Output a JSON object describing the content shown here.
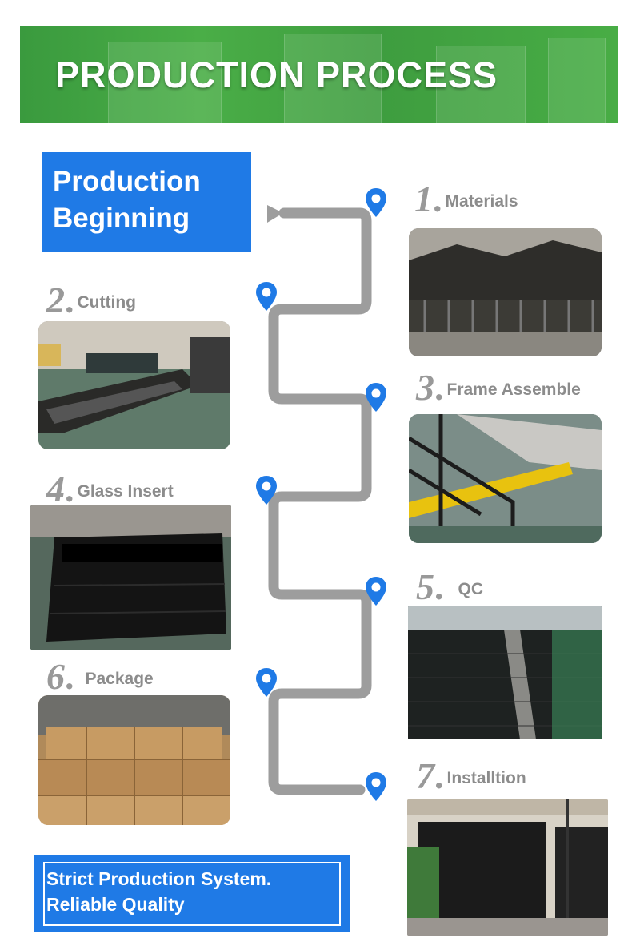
{
  "header": {
    "title": "PRODUCTION PROCESS"
  },
  "start": {
    "title": "Production\nBeginning"
  },
  "steps": [
    {
      "number": "1",
      "name": "Materials",
      "photo": "aluminum-profiles-photo"
    },
    {
      "number": "2",
      "name": "Cutting",
      "photo": "cutting-workshop-photo"
    },
    {
      "number": "3",
      "name": "Frame Assemble",
      "photo": "frame-assembly-photo"
    },
    {
      "number": "4",
      "name": "Glass Insert",
      "photo": "glass-panels-photo"
    },
    {
      "number": "5",
      "name": "QC",
      "photo": "quality-check-photo"
    },
    {
      "number": "6",
      "name": "Package",
      "photo": "wooden-crates-photo"
    },
    {
      "number": "7",
      "name": "Installtion",
      "photo": "installed-garage-door-photo"
    }
  ],
  "footer": {
    "text": "Strict Production System.\nReliable Quality"
  },
  "colors": {
    "banner_green": "#43a845",
    "accent_blue": "#1f7ae6",
    "path_gray": "#9d9d9d",
    "label_gray": "#8c8c8c"
  },
  "icons": {
    "pin": "location-pin-icon",
    "arrow": "play-arrow-icon"
  }
}
